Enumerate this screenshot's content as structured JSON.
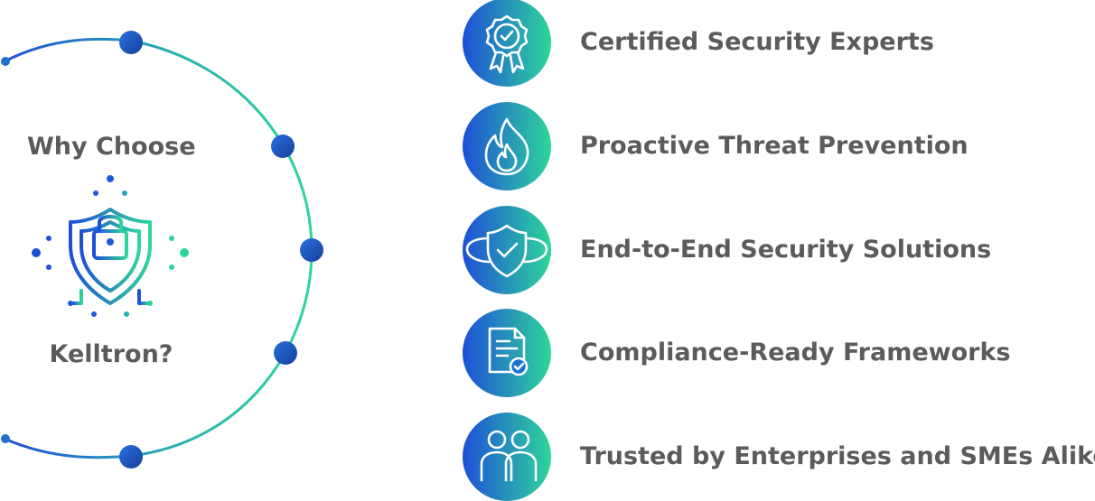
{
  "heading": {
    "line1": "Why Choose",
    "line2": "Kelltron?"
  },
  "logo": {
    "icon": "shield-lock-circuit-icon"
  },
  "colors": {
    "gradient_start": "#1e4fd8",
    "gradient_end": "#2ed59a",
    "text": "#5b5b5b"
  },
  "items": [
    {
      "label": "Certified Security Experts",
      "icon": "certificate-badge-icon"
    },
    {
      "label": "Proactive Threat Prevention",
      "icon": "flame-icon"
    },
    {
      "label": "End-to-End Security Solutions",
      "icon": "shield-check-icon"
    },
    {
      "label": "Compliance-Ready Frameworks",
      "icon": "document-check-icon"
    },
    {
      "label": "Trusted by Enterprises and SMEs Alike",
      "icon": "users-icon"
    }
  ]
}
